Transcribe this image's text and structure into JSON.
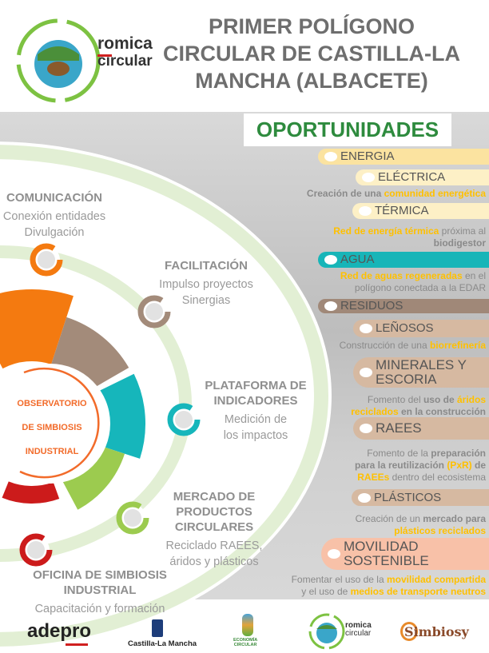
{
  "header": {
    "logo": {
      "line1": "romica",
      "line2": "circular"
    },
    "title_lines": [
      "PRIMER POLÍGONO",
      "CIRCULAR DE CASTILLA-LA",
      "MANCHA (ALBACETE)"
    ]
  },
  "center_label": {
    "lines": [
      "OBSERVATORIO",
      "DE SIMBIOSIS",
      "INDUSTRIAL"
    ],
    "color": "#f26b2a"
  },
  "services": [
    {
      "title": [
        "COMUNICACIÓN"
      ],
      "sub": [
        "Conexión entidades",
        "Divulgación"
      ],
      "color": "#f47a10"
    },
    {
      "title": [
        "FACILITACIÓN"
      ],
      "sub": [
        "Impulso proyectos",
        "Sinergias"
      ],
      "color": "#a38b7a"
    },
    {
      "title": [
        "PLATAFORMA DE",
        "INDICADORES"
      ],
      "sub": [
        "Medición de",
        "los impactos"
      ],
      "color": "#16b6bb"
    },
    {
      "title": [
        "MERCADO DE",
        "PRODUCTOS",
        "CIRCULARES"
      ],
      "sub": [
        "Reciclado RAEES,",
        "áridos y plásticos"
      ],
      "color": "#9ccb4f"
    },
    {
      "title": [
        "OFICINA DE SIMBIOSIS",
        "INDUSTRIAL"
      ],
      "sub": [
        "Capacitación y formación"
      ],
      "color": "#cc1b1b"
    }
  ],
  "opportunities": {
    "title": "OPORTUNIDADES",
    "items": [
      {
        "type": "pill",
        "label": [
          "ENERGIA"
        ],
        "color": "#fbe3a0"
      },
      {
        "type": "pill",
        "label": [
          "ELÉCTRICA"
        ],
        "color": "#fdf0c6"
      },
      {
        "type": "desc",
        "lines": [
          [
            {
              "t": "Creación de una ",
              "s": "b"
            },
            {
              "t": "comunidad energética",
              "s": "h"
            }
          ]
        ]
      },
      {
        "type": "pill",
        "label": [
          "TÉRMICA"
        ],
        "color": "#fdf0c6"
      },
      {
        "type": "desc",
        "lines": [
          [
            {
              "t": "Red de energía térmica",
              "s": "h"
            },
            {
              "t": " próxima al",
              "s": "n"
            }
          ],
          [
            {
              "t": "biodigestor",
              "s": "b"
            }
          ]
        ]
      },
      {
        "type": "pill",
        "label": [
          "AGUA"
        ],
        "color": "#17b5b8"
      },
      {
        "type": "desc",
        "lines": [
          [
            {
              "t": "Red de aguas regeneradas",
              "s": "h"
            },
            {
              "t": " en el",
              "s": "n"
            }
          ],
          [
            {
              "t": "polígono conectada a la EDAR",
              "s": "n"
            }
          ]
        ]
      },
      {
        "type": "pill",
        "label": [
          "RESIDUOS"
        ],
        "color": "#a08878"
      },
      {
        "type": "pill",
        "label": [
          "LEÑOSOS"
        ],
        "color": "#d6b9a1"
      },
      {
        "type": "desc",
        "lines": [
          [
            {
              "t": "Construcción de una ",
              "s": "n"
            },
            {
              "t": "biorrefinería",
              "s": "h"
            }
          ]
        ]
      },
      {
        "type": "pill",
        "label": [
          "MINERALES Y",
          "ESCORIA"
        ],
        "color": "#d6b9a1"
      },
      {
        "type": "desc",
        "lines": [
          [
            {
              "t": "Fomento del ",
              "s": "n"
            },
            {
              "t": "uso de ",
              "s": "b"
            },
            {
              "t": "áridos",
              "s": "h"
            }
          ],
          [
            {
              "t": "reciclados",
              "s": "h"
            },
            {
              "t": " en la construcción",
              "s": "b"
            }
          ]
        ]
      },
      {
        "type": "pill",
        "label": [
          "RAEES"
        ],
        "color": "#d6b9a1"
      },
      {
        "type": "desc",
        "lines": [
          [
            {
              "t": "Fomento de la ",
              "s": "n"
            },
            {
              "t": "preparación",
              "s": "b"
            }
          ],
          [
            {
              "t": "para la reutilización ",
              "s": "b"
            },
            {
              "t": "(PxR)",
              "s": "h"
            },
            {
              "t": " de",
              "s": "b"
            }
          ],
          [
            {
              "t": "RAEEs",
              "s": "h"
            },
            {
              "t": " dentro del ecosistema",
              "s": "n"
            }
          ]
        ]
      },
      {
        "type": "pill",
        "label": [
          "PLÁSTICOS"
        ],
        "color": "#d6b9a1"
      },
      {
        "type": "desc",
        "lines": [
          [
            {
              "t": "Creación de un ",
              "s": "n"
            },
            {
              "t": "mercado para",
              "s": "b"
            }
          ],
          [
            {
              "t": "plásticos reciclados",
              "s": "h"
            }
          ]
        ]
      },
      {
        "type": "pill",
        "label": [
          "MOVILIDAD",
          "SOSTENIBLE"
        ],
        "color": "#f8c1a8"
      },
      {
        "type": "desc",
        "lines": [
          [
            {
              "t": "Fomentar el uso de la ",
              "s": "n"
            },
            {
              "t": "movilidad compartida",
              "s": "h"
            }
          ],
          [
            {
              "t": "y el uso de ",
              "s": "n"
            },
            {
              "t": "medios de transporte neutros",
              "s": "h"
            }
          ]
        ]
      }
    ]
  },
  "footer_logos": {
    "adepro": "adepro",
    "castilla": "Castilla-La Mancha",
    "economia": [
      "ECONOMÍA",
      "CIRCULAR"
    ],
    "romica": [
      "romica",
      "circular"
    ],
    "simbiosy": "Simbiosy"
  }
}
